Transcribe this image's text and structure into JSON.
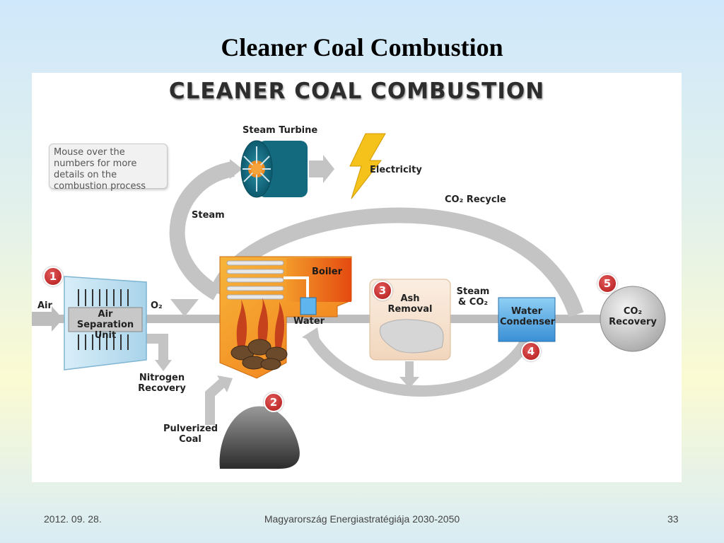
{
  "slide": {
    "title": "Cleaner Coal Combustion",
    "footer_date": "2012. 09. 28.",
    "footer_center": "Magyarország Energiastratégiája 2030-2050",
    "page_number": "33"
  },
  "diagram": {
    "heading": "CLEANER COAL COMBUSTION",
    "hint": "Mouse over the numbers for more details on the combustion process",
    "labels": {
      "steam_turbine": "Steam Turbine",
      "electricity": "Electricity",
      "co2_recycle": "CO₂ Recycle",
      "steam": "Steam",
      "air": "Air",
      "air_separation_unit": "Air Separation Unit",
      "o2": "O₂",
      "nitrogen_recovery": "Nitrogen Recovery",
      "boiler": "Boiler",
      "water": "Water",
      "ash_removal": "Ash Removal",
      "steam_co2": "Steam & CO₂",
      "water_condenser": "Water Condenser",
      "co2_recovery": "CO₂ Recovery",
      "pulverized_coal": "Pulverized Coal"
    },
    "steps": [
      "1",
      "2",
      "3",
      "4",
      "5"
    ]
  }
}
